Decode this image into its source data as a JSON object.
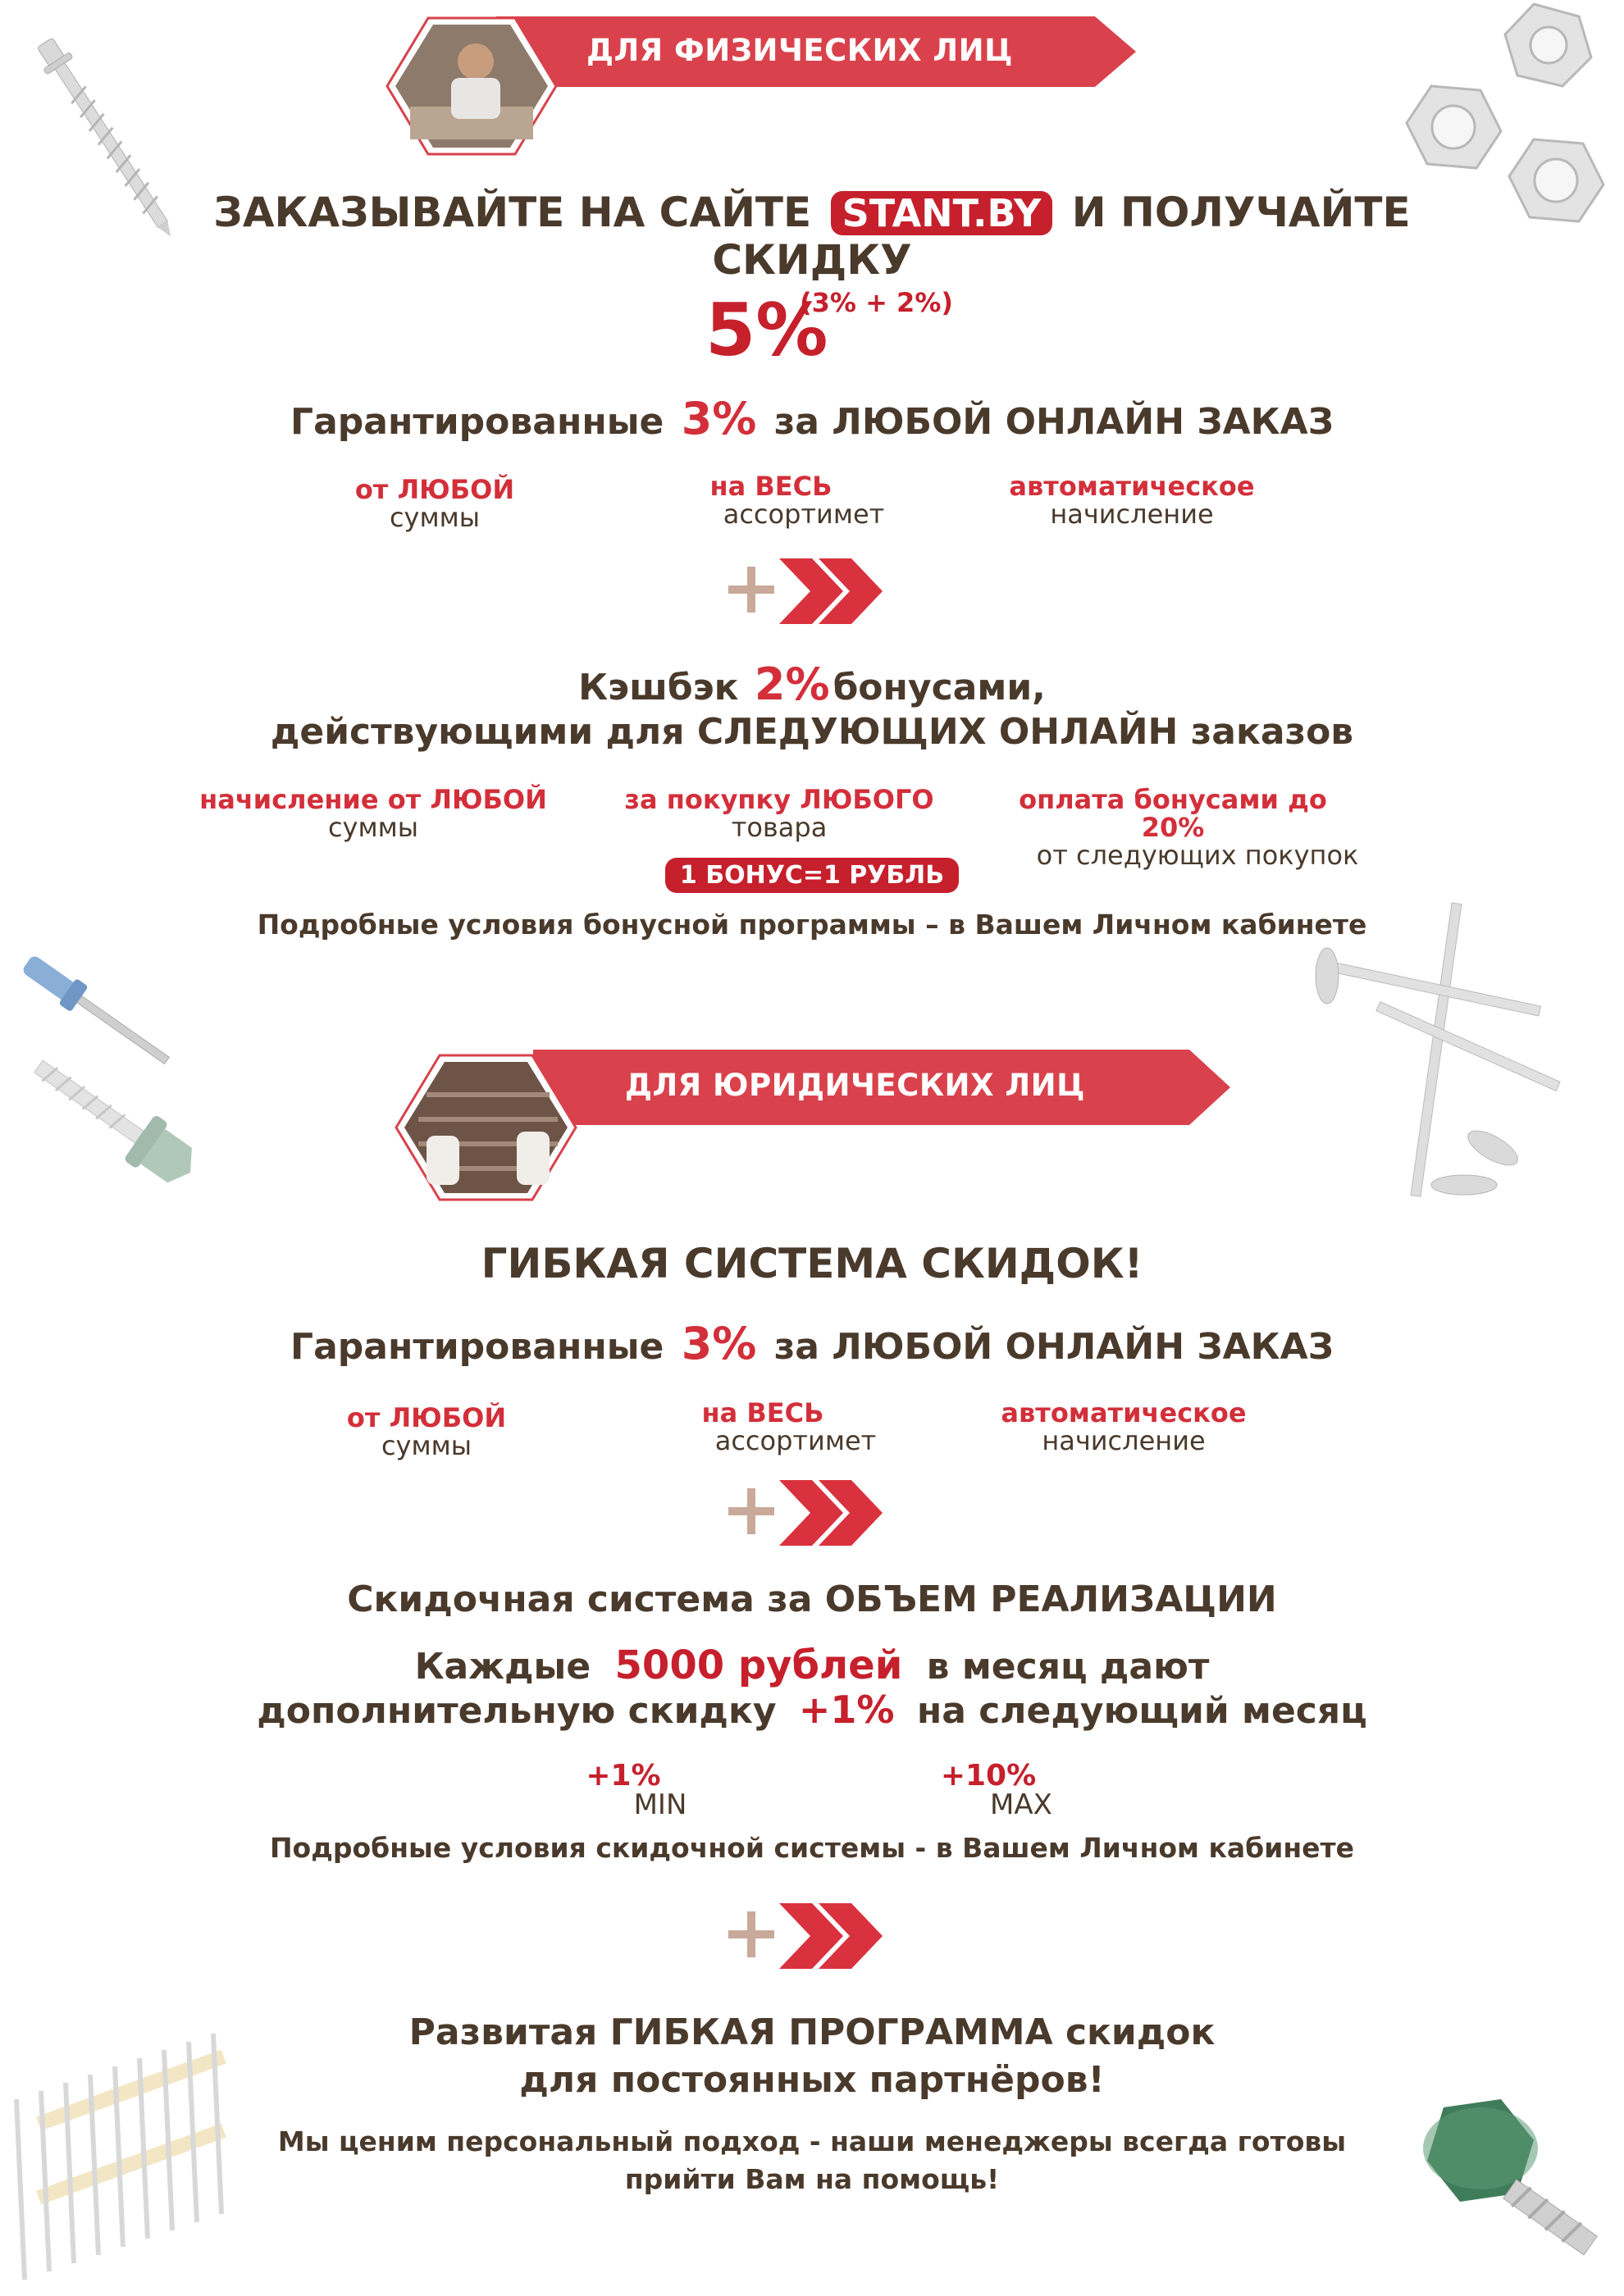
{
  "individuals": {
    "banner": "ДЛЯ ФИЗИЧЕСКИХ ЛИЦ",
    "headline_part1": "ЗАКАЗЫВАЙТЕ НА САЙТЕ",
    "site_badge": "STANT.BY",
    "headline_part2": "И ПОЛУЧАЙТЕ",
    "headline_line2": "СКИДКУ",
    "discount_big": "5%",
    "discount_sup": "(3% + 2%)",
    "guarantee_pre": "Гарантированные",
    "guarantee_pct": "3%",
    "guarantee_post": "за ЛЮБОЙ ОНЛАЙН ЗАКАЗ",
    "features": [
      {
        "highlight": "от ЛЮБОЙ",
        "text": "суммы"
      },
      {
        "highlight": "на ВЕСЬ",
        "text": "ассортимет"
      },
      {
        "highlight": "автоматическое",
        "text": "начисление"
      }
    ],
    "cashback_pre": "Кэшбэк",
    "cashback_pct": "2%",
    "cashback_post": "бонусами,",
    "cashback_line2": "действующими для СЛЕДУЮЩИХ ОНЛАЙН заказов",
    "bonus_features": [
      {
        "highlight": "начисление от ЛЮБОЙ",
        "text": "суммы"
      },
      {
        "highlight": "за покупку ЛЮБОГО",
        "text": "товара"
      },
      {
        "highlight": "оплата бонусами до 20%",
        "text": "от следующих покупок"
      }
    ],
    "bonus_pill": "1 БОНУС=1 РУБЛЬ",
    "details": "Подробные условия бонусной программы  – в Вашем Личном кабинете"
  },
  "legal": {
    "banner": "ДЛЯ ЮРИДИЧЕСКИХ ЛИЦ",
    "headline": "ГИБКАЯ СИСТЕМА СКИДОК!",
    "guarantee_pre": "Гарантированные",
    "guarantee_pct": "3%",
    "guarantee_post": "за ЛЮБОЙ ОНЛАЙН ЗАКАЗ",
    "features": [
      {
        "highlight": "от ЛЮБОЙ",
        "text": "суммы"
      },
      {
        "highlight": "на ВЕСЬ",
        "text": "ассортимет"
      },
      {
        "highlight": "автоматическое",
        "text": "начисление"
      }
    ],
    "volume_title": "Скидочная система за ОБЪЕМ РЕАЛИЗАЦИИ",
    "volume_pre": "Каждые",
    "volume_amount": "5000 рублей",
    "volume_post": "в месяц  дают",
    "volume_line2_pre": "дополнительную скидку",
    "volume_line2_pct": "+1%",
    "volume_line2_post": "на следующий месяц",
    "min_value": "+1%",
    "min_label": "MIN",
    "max_value": "+10%",
    "max_label": "MAX",
    "details": "Подробные условия скидочной системы  - в Вашем Личном кабинете",
    "program_line1": "Развитая ГИБКАЯ ПРОГРАММА скидок",
    "program_line2": "для постоянных партнёров!",
    "closing_line1": "Мы ценим персональный подход - наши менеджеры всегда готовы",
    "closing_line2": "прийти Вам на помощь!"
  },
  "colors": {
    "accent_red": "#d32f3a",
    "dark_red": "#c6202c",
    "text_brown": "#4a3a2c",
    "plus_tan": "#c9a99a"
  },
  "icons": [
    "plus-icon",
    "double-chevron-icon",
    "screw-icon",
    "hex-nut-icon",
    "rivet-icon",
    "roofing-screw-icon",
    "nail-coil-icon"
  ]
}
